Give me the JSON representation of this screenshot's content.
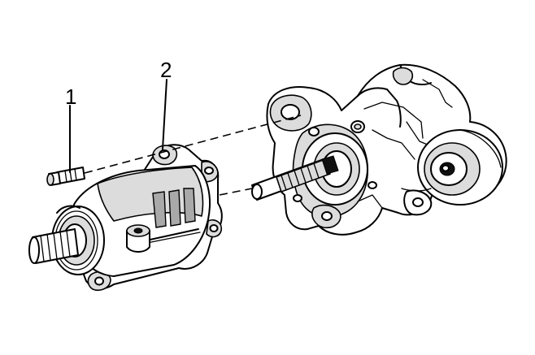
{
  "callouts": [
    {
      "id": "1",
      "label": "1"
    },
    {
      "id": "2",
      "label": "2"
    }
  ],
  "colors": {
    "line": "#000000",
    "shade": "#dcdcdc",
    "dark_shade": "#a9a9a9",
    "background": "#ffffff"
  }
}
